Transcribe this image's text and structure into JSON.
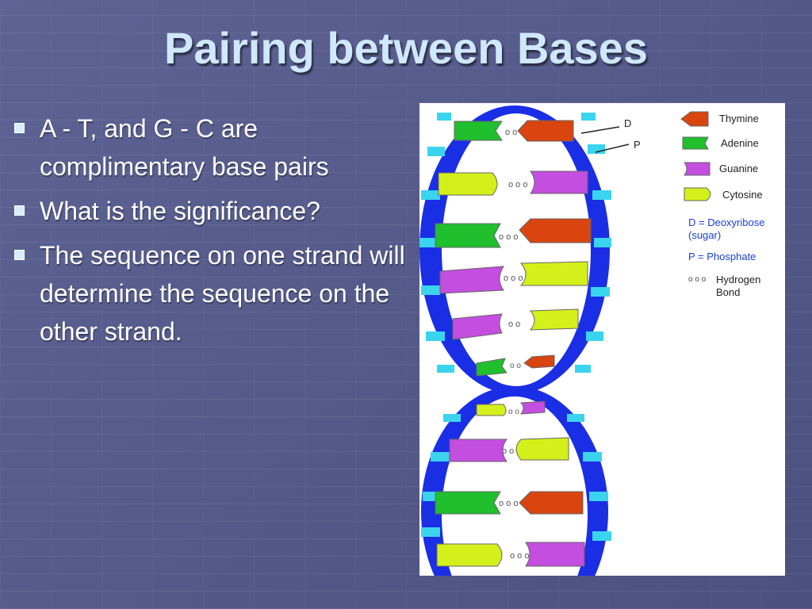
{
  "slide": {
    "title": "Pairing between Bases",
    "bullets": [
      "A - T, and G - C are complimentary base pairs",
      "What is the significance?",
      "The sequence on one strand will determine the sequence on the other strand."
    ]
  },
  "diagram": {
    "labels": {
      "d": "D",
      "p": "P"
    },
    "legend": {
      "thymine": "Thymine",
      "adenine": "Adenine",
      "guanine": "Guanine",
      "cytosine": "Cytosine",
      "deoxyribose": "D = Deoxyribose",
      "sugar": "(sugar)",
      "phosphate": "P = Phosphate",
      "hydrogen": "Hydrogen",
      "bond": "Bond"
    },
    "colors": {
      "thymine": "#d9440f",
      "adenine": "#1fbf2e",
      "guanine": "#c34ee0",
      "cytosine": "#d4f01a",
      "backbone": "#1a2ee6",
      "phosphate": "#3ad4ee"
    }
  }
}
